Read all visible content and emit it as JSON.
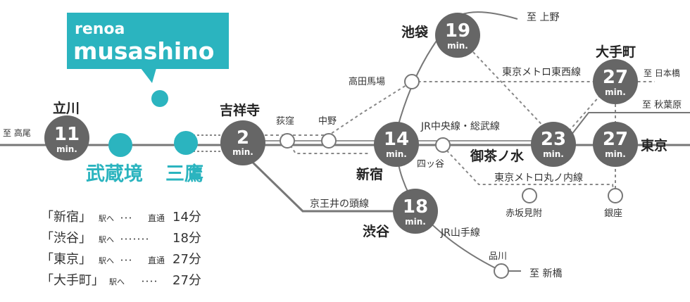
{
  "brand": {
    "line1": "renoa",
    "line2": "musashino",
    "color": "#2bb4bf"
  },
  "colors": {
    "hub": "#666666",
    "line": "#777777",
    "dotted": "#888888",
    "teal": "#2bb4bf"
  },
  "hubs": {
    "tachikawa": {
      "name": "立川",
      "minutes": "11",
      "unit": "min."
    },
    "kichijoji": {
      "name": "吉祥寺",
      "minutes": "2",
      "unit": "min."
    },
    "shinjuku": {
      "name": "新宿",
      "minutes": "14",
      "unit": "min."
    },
    "ikebukuro": {
      "name": "池袋",
      "minutes": "19",
      "unit": "min."
    },
    "shibuya": {
      "name": "渋谷",
      "minutes": "18",
      "unit": "min."
    },
    "ochanomizu": {
      "name": "御茶ノ水",
      "minutes": "23",
      "unit": "min."
    },
    "otemachi": {
      "name": "大手町",
      "minutes": "27",
      "unit": "min."
    },
    "tokyo": {
      "name": "東京",
      "minutes": "27",
      "unit": "min."
    }
  },
  "stations": {
    "musashisakai": "武蔵境",
    "mitaka": "三鷹",
    "ogikubo": "荻窪",
    "nakano": "中野",
    "takadanobaba": "高田馬場",
    "yotsuya": "四ッ谷",
    "akasakamitsuke": "赤坂見附",
    "ginza": "銀座",
    "shinagawa": "品川"
  },
  "lines": {
    "chuo_sobu": "JR中央線・総武線",
    "tozai": "東京メトロ東西線",
    "marunouchi": "東京メトロ丸ノ内線",
    "inokashira": "京王井の頭線",
    "yamanote": "JR山手線"
  },
  "directions": {
    "takao": "至 高尾",
    "ueno": "至 上野",
    "nihonbashi": "至 日本橋",
    "akihabara": "至 秋葉原",
    "shimbashi": "至 新橋"
  },
  "legend": [
    {
      "station": "「新宿」",
      "suffix": "駅へ",
      "dots": "･･･",
      "note": "直通",
      "time": "14分"
    },
    {
      "station": "「渋谷」",
      "suffix": "駅へ",
      "dots": "･･･････",
      "note": "",
      "time": "18分"
    },
    {
      "station": "「東京」",
      "suffix": "駅へ",
      "dots": "･･･",
      "note": "直通",
      "time": "27分"
    },
    {
      "station": "「大手町」",
      "suffix": "駅へ",
      "dots": "････",
      "note": "",
      "time": "27分"
    }
  ]
}
